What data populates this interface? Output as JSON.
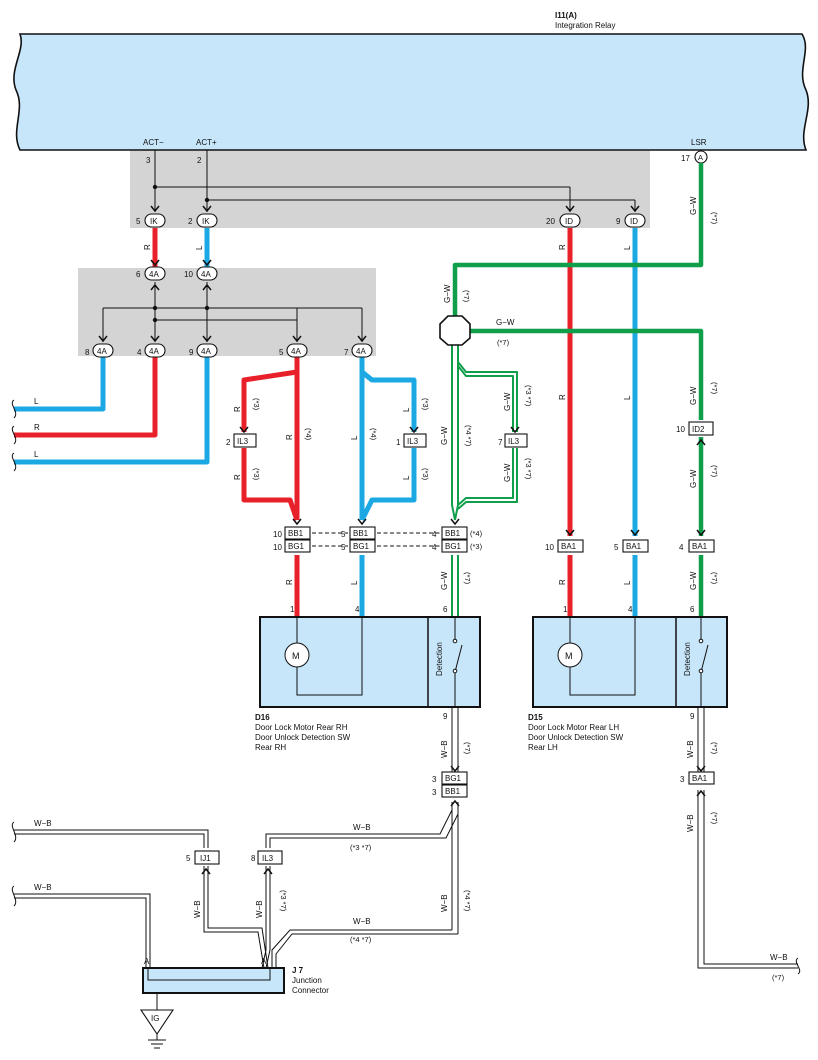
{
  "colors": {
    "red": "#e8202a",
    "blue": "#1ba8e3",
    "green": "#0f9e4a",
    "relay_fill": "#c7e6fa",
    "shade": "#d4d4d4"
  },
  "relay": {
    "code": "I11(A)",
    "name": "Integration Relay"
  },
  "pins": {
    "act_minus": "ACT−",
    "act_plus": "ACT+",
    "lsr": "LSR",
    "p3": "3",
    "p2": "2",
    "p17": "17",
    "a": "A"
  },
  "connectors": {
    "ik5": {
      "pin": "5",
      "code": "IK"
    },
    "ik2": {
      "pin": "2",
      "code": "IK"
    },
    "id20": {
      "pin": "20",
      "code": "ID"
    },
    "id9": {
      "pin": "9",
      "code": "ID"
    },
    "a4_6": {
      "pin": "6",
      "code": "4A"
    },
    "a4_10": {
      "pin": "10",
      "code": "4A"
    },
    "a4_8": {
      "pin": "8",
      "code": "4A"
    },
    "a4_4": {
      "pin": "4",
      "code": "4A"
    },
    "a4_9": {
      "pin": "9",
      "code": "4A"
    },
    "a4_5": {
      "pin": "5",
      "code": "4A"
    },
    "a4_7": {
      "pin": "7",
      "code": "4A"
    },
    "il3_2": {
      "pin": "2",
      "code": "IL3"
    },
    "il3_1": {
      "pin": "1",
      "code": "IL3"
    },
    "il3_7": {
      "pin": "7",
      "code": "IL3"
    },
    "id2_10": {
      "pin": "10",
      "code": "ID2"
    },
    "bb1_10": {
      "pin": "10",
      "code": "BB1"
    },
    "bg1_10": {
      "pin": "10",
      "code": "BG1"
    },
    "bb1_5": {
      "pin": "5",
      "code": "BB1"
    },
    "bg1_5": {
      "pin": "5",
      "code": "BG1"
    },
    "bb1_4": {
      "pin": "4",
      "code": "BB1"
    },
    "bg1_4": {
      "pin": "4",
      "code": "BG1"
    },
    "ba1_10": {
      "pin": "10",
      "code": "BA1"
    },
    "ba1_5": {
      "pin": "5",
      "code": "BA1"
    },
    "ba1_4": {
      "pin": "4",
      "code": "BA1"
    },
    "bg1_3": {
      "pin": "3",
      "code": "BG1"
    },
    "bb1_3": {
      "pin": "3",
      "code": "BB1"
    },
    "ba1_3": {
      "pin": "3",
      "code": "BA1"
    },
    "ij1_5": {
      "pin": "5",
      "code": "IJ1"
    },
    "il3_8": {
      "pin": "8",
      "code": "IL3"
    }
  },
  "wires": {
    "r": "R",
    "l": "L",
    "gw": "G−W",
    "wb": "W−B"
  },
  "notes": {
    "n3": "(*3)",
    "n4": "(*4)",
    "n7": "(*7)",
    "n37": "(*3 *7)",
    "n47": "(*4 *7)"
  },
  "devices": {
    "d16": {
      "code": "D16",
      "line1": "Door Lock Motor Rear RH",
      "line2": "Door Unlock Detection SW",
      "line3": "Rear RH",
      "pin1": "1",
      "pin4": "4",
      "pin6": "6",
      "pin9": "9"
    },
    "d15": {
      "code": "D15",
      "line1": "Door Lock Motor Rear LH",
      "line2": "Door Unlock Detection SW",
      "line3": "Rear LH",
      "pin1": "1",
      "pin4": "4",
      "pin6": "6",
      "pin9": "9"
    },
    "motor": "M",
    "detection": "Detection"
  },
  "junction": {
    "code": "J 7",
    "line1": "Junction",
    "line2": "Connector",
    "pin_a": "A"
  },
  "ground": {
    "label": "IG"
  }
}
